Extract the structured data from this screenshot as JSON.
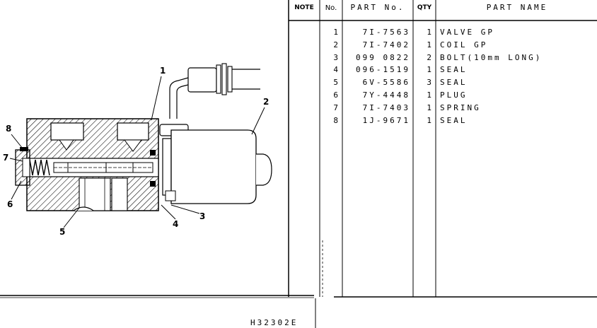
{
  "table": {
    "headers": {
      "note": "NOTE",
      "no": "No.",
      "part_no": "PART No.",
      "qty": "QTY",
      "part_name": "PART NAME"
    },
    "rows": [
      {
        "no": "1",
        "part_no": "7I-7563",
        "qty": "1",
        "name": "VALVE GP"
      },
      {
        "no": "2",
        "part_no": "7I-7402",
        "qty": "1",
        "name": "COIL GP"
      },
      {
        "no": "3",
        "part_no": "099 0822",
        "qty": "2",
        "name": "BOLT(10mm LONG)"
      },
      {
        "no": "4",
        "part_no": "096-1519",
        "qty": "1",
        "name": "SEAL"
      },
      {
        "no": "5",
        "part_no": "6V-5586",
        "qty": "3",
        "name": "SEAL"
      },
      {
        "no": "6",
        "part_no": "7Y-4448",
        "qty": "1",
        "name": "PLUG"
      },
      {
        "no": "7",
        "part_no": "7I-7403",
        "qty": "1",
        "name": "SPRING"
      },
      {
        "no": "8",
        "part_no": "1J-9671",
        "qty": "1",
        "name": "SEAL"
      }
    ]
  },
  "callouts": {
    "c1": "1",
    "c2": "2",
    "c3": "3",
    "c4": "4",
    "c5": "5",
    "c6": "6",
    "c7": "7",
    "c8": "8"
  },
  "drawing_code": "H32302E"
}
